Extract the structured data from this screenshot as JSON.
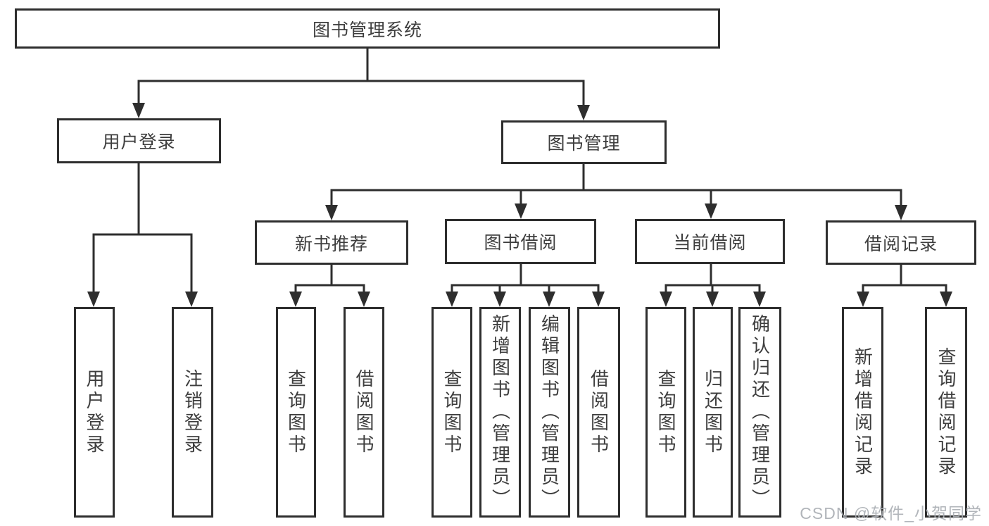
{
  "diagram": {
    "title": "图书管理系统",
    "branches": [
      {
        "label": "用户登录",
        "children": [
          "用户登录",
          "注销登录"
        ]
      },
      {
        "label": "图书管理",
        "sections": [
          {
            "label": "新书推荐",
            "children": [
              "查询图书",
              "借阅图书"
            ]
          },
          {
            "label": "图书借阅",
            "children": [
              "查询图书",
              "新增图书（管理员）",
              "编辑图书（管理员）",
              "借阅图书"
            ]
          },
          {
            "label": "当前借阅",
            "children": [
              "查询图书",
              "归还图书",
              "确认归还（管理员）"
            ]
          },
          {
            "label": "借阅记录",
            "children": [
              "新增借阅记录",
              "查询借阅记录"
            ]
          }
        ]
      }
    ]
  },
  "watermark": "CSDN @软件_小贺同学",
  "colors": {
    "line": "#2e2e2e",
    "text": "#3d3d3d",
    "box_background": "#ffffff",
    "watermark": "#a8adb3"
  }
}
